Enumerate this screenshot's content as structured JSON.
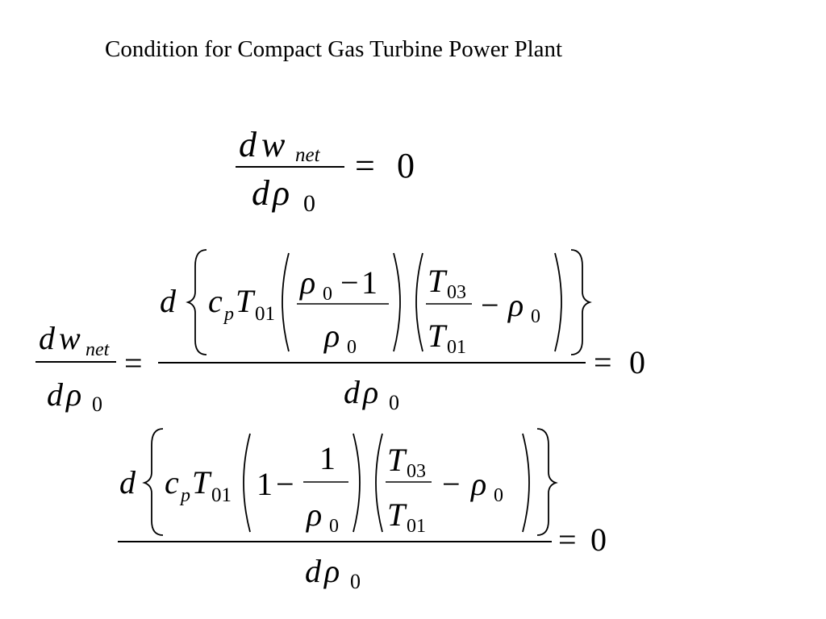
{
  "slide": {
    "title": "Condition for Compact Gas Turbine Power Plant"
  },
  "math": {
    "d": "d",
    "w": "w",
    "net": "net",
    "rho": "ρ",
    "sub_zero": "0",
    "equals": "=",
    "zero": "0",
    "c": "c",
    "p": "p",
    "T": "T",
    "sub_01": "01",
    "sub_03": "03",
    "one": "1",
    "minus": "−"
  }
}
